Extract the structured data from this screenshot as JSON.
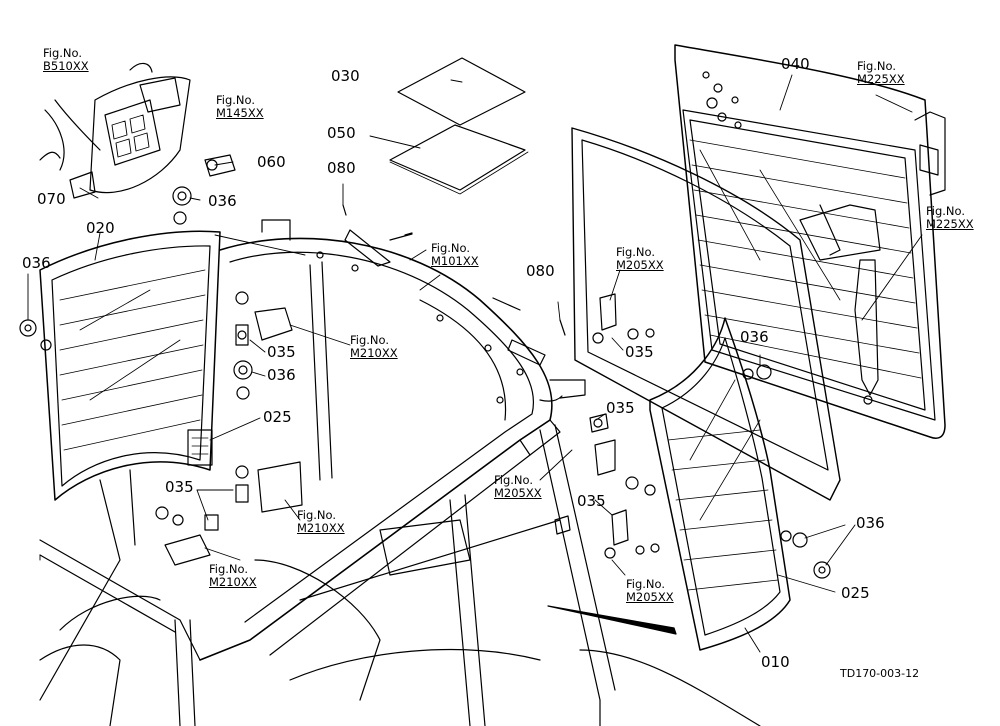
{
  "drawing_code": "TD170-003-12",
  "part_labels": [
    {
      "id": "l030",
      "text": "030"
    },
    {
      "id": "l050",
      "text": "050"
    },
    {
      "id": "l040",
      "text": "040"
    },
    {
      "id": "l080a",
      "text": "080"
    },
    {
      "id": "l080b",
      "text": "080"
    },
    {
      "id": "l060",
      "text": "060"
    },
    {
      "id": "l070",
      "text": "070"
    },
    {
      "id": "l036a",
      "text": "036"
    },
    {
      "id": "l036b",
      "text": "036"
    },
    {
      "id": "l036c",
      "text": "036"
    },
    {
      "id": "l036d",
      "text": "036"
    },
    {
      "id": "l036e",
      "text": "036"
    },
    {
      "id": "l020",
      "text": "020"
    },
    {
      "id": "l035a",
      "text": "035"
    },
    {
      "id": "l035b",
      "text": "035"
    },
    {
      "id": "l035c",
      "text": "035"
    },
    {
      "id": "l035d",
      "text": "035"
    },
    {
      "id": "l035e",
      "text": "035"
    },
    {
      "id": "l025a",
      "text": "025"
    },
    {
      "id": "l025b",
      "text": "025"
    },
    {
      "id": "l010",
      "text": "010"
    }
  ],
  "fig_refs": [
    {
      "id": "fB510",
      "prefix": "Fig.No.",
      "number": "B510XX"
    },
    {
      "id": "fM145",
      "prefix": "Fig.No.",
      "number": "M145XX"
    },
    {
      "id": "fM225a",
      "prefix": "Fig.No.",
      "number": "M225XX"
    },
    {
      "id": "fM225b",
      "prefix": "Fig.No.",
      "number": "M225XX"
    },
    {
      "id": "fM101",
      "prefix": "Fig.No.",
      "number": "M101XX"
    },
    {
      "id": "fM205a",
      "prefix": "Fig.No.",
      "number": "M205XX"
    },
    {
      "id": "fM205b",
      "prefix": "Fig.No.",
      "number": "M205XX"
    },
    {
      "id": "fM205c",
      "prefix": "Fig.No.",
      "number": "M205XX"
    },
    {
      "id": "fM210a",
      "prefix": "Fig.No.",
      "number": "M210XX"
    },
    {
      "id": "fM210b",
      "prefix": "Fig.No.",
      "number": "M210XX"
    },
    {
      "id": "fM210c",
      "prefix": "Fig.No.",
      "number": "M210XX"
    }
  ]
}
